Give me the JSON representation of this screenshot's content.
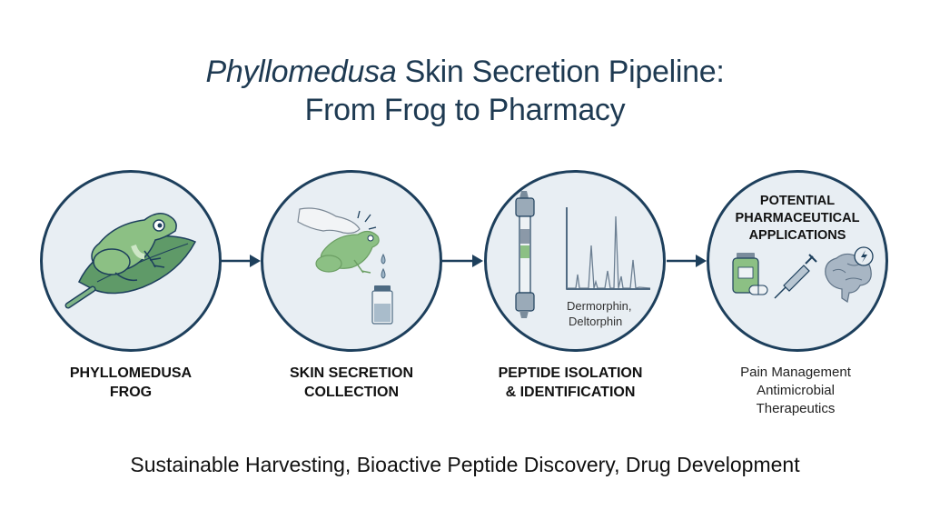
{
  "title": {
    "line1_italic": "Phyllomedusa",
    "line1_rest": " Skin Secretion Pipeline:",
    "line2": "From Frog to Pharmacy"
  },
  "colors": {
    "title_text": "#1e3a52",
    "circle_border": "#1d3f5c",
    "circle_fill": "#e8eef3",
    "frog_green": "#8cc084",
    "leaf_green": "#5f9a68",
    "arrow": "#1d3f5c"
  },
  "stages": [
    {
      "label_line1": "PHYLLOMEDUSA",
      "label_line2": "FROG",
      "icons": [
        "frog-icon",
        "leaf-icon"
      ]
    },
    {
      "label_line1": "SKIN SECRETION",
      "label_line2": "COLLECTION",
      "icons": [
        "hand-icon",
        "frog-icon",
        "droplet-icon",
        "vial-icon"
      ]
    },
    {
      "label_line1": "PEPTIDE ISOLATION",
      "label_line2": "& IDENTIFICATION",
      "icons": [
        "chromatography-column-icon",
        "chromatogram-icon"
      ],
      "caption_line1": "Dermorphin,",
      "caption_line2": "Deltorphin"
    },
    {
      "title_line1": "POTENTIAL",
      "title_line2": "PHARMACEUTICAL",
      "title_line3": "APPLICATIONS",
      "icons": [
        "pill-bottle-icon",
        "syringe-icon",
        "brain-icon"
      ],
      "applications": [
        "Pain Management",
        "Antimicrobial",
        "Therapeutics"
      ]
    }
  ],
  "footer": "Sustainable Harvesting, Bioactive Peptide Discovery, Drug Development"
}
